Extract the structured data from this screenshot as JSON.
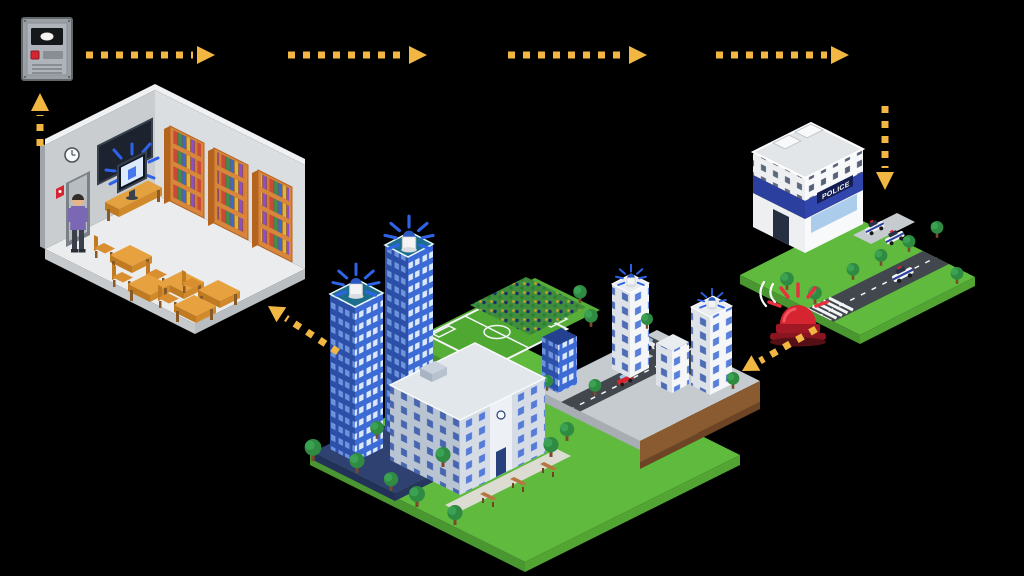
{
  "scene": {
    "background": "#000000",
    "type": "isometric-flow-diagram",
    "flow_color": "#F2B642"
  },
  "flow": {
    "arrows": [
      {
        "segment": 1,
        "direction": "right"
      },
      {
        "segment": 2,
        "direction": "right"
      },
      {
        "segment": 3,
        "direction": "right"
      },
      {
        "segment": 4,
        "direction": "right"
      },
      {
        "segment": 5,
        "direction": "down"
      },
      {
        "segment": 6,
        "direction": "down-left"
      },
      {
        "segment": 7,
        "direction": "up-left"
      },
      {
        "segment": 8,
        "direction": "up"
      }
    ]
  },
  "nodes": {
    "alarm_panel": {
      "name": "alarm-control-panel",
      "colors": {
        "body": "#9AA0A5",
        "screen": "#15181B",
        "alert_button": "#D62430"
      }
    },
    "classroom": {
      "name": "classroom-with-alert-screen",
      "colors": {
        "walls": "#C9CDD0",
        "floor": "#EAECED",
        "blackboard": "#1C222E",
        "bookcase": "#D8863B",
        "desk": "#E8A13F",
        "alert_rays": "#2E63E8",
        "person_shirt": "#7B68B5"
      }
    },
    "city_campus": {
      "name": "campus-city-with-rooftop-sirens",
      "siren_count": 4,
      "colors": {
        "grass": "#5FBA3D",
        "tower_front": "#3D6BD6",
        "tower_side": "#2C4FA8",
        "tower_roof": "#1C6E8C",
        "field": "#4FA832",
        "siren_dome": "#2B59C3",
        "siren_rays": "#2E63E8",
        "pavement": "#C6CBD0",
        "dirt": "#8A5A30"
      }
    },
    "police_station": {
      "name": "police-station",
      "sign": "POLICE",
      "car_count": 3,
      "colors": {
        "band": "#2B3F9E",
        "sign_bg": "#141E52",
        "walls": "#F8F9FA",
        "lawn": "#5FBA3D"
      }
    },
    "emergency_beacon": {
      "name": "emergency-beacon-siren",
      "colors": {
        "dome": "#D62430",
        "base": "#A01824",
        "rays": "#E8313F"
      }
    }
  }
}
